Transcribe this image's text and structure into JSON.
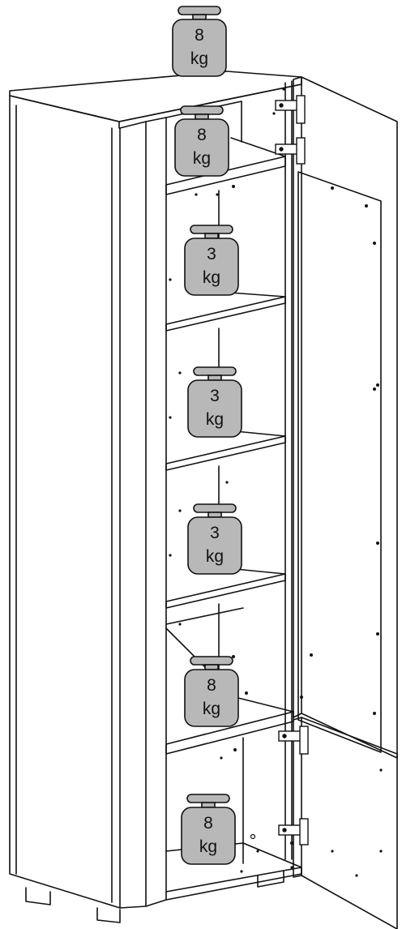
{
  "weights": [
    {
      "value": "8",
      "unit": "kg"
    },
    {
      "value": "8",
      "unit": "kg"
    },
    {
      "value": "3",
      "unit": "kg"
    },
    {
      "value": "3",
      "unit": "kg"
    },
    {
      "value": "3",
      "unit": "kg"
    },
    {
      "value": "8",
      "unit": "kg"
    },
    {
      "value": "8",
      "unit": "kg"
    }
  ],
  "colors": {
    "line": "#111111",
    "weight_fill": "#b8b8b8",
    "background": "#ffffff"
  }
}
